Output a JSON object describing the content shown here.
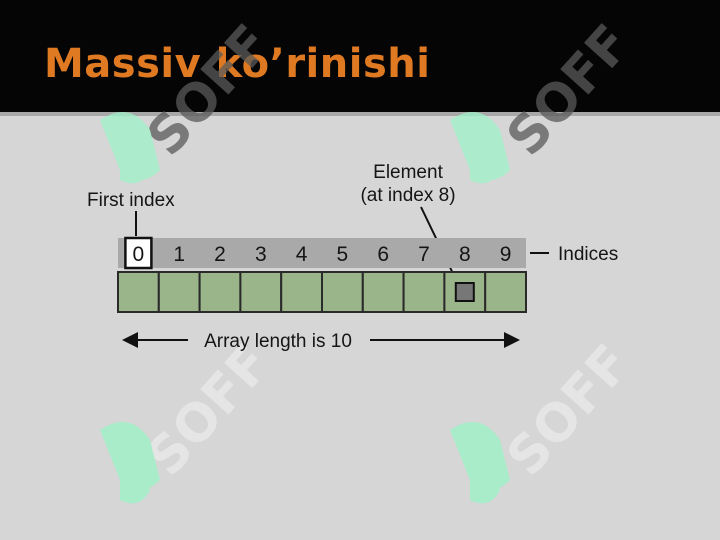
{
  "slide": {
    "title": "Massiv ko’rinishi"
  },
  "watermark": {
    "text": "SOFF"
  },
  "diagram": {
    "first_index_label": "First index",
    "element_label_line1": "Element",
    "element_label_line2": "(at index 8)",
    "indices_label": "Indices",
    "length_label": "Array length is 10",
    "indices": [
      "0",
      "1",
      "2",
      "3",
      "4",
      "5",
      "6",
      "7",
      "8",
      "9"
    ],
    "highlighted_first_index": 0,
    "highlighted_element_index": 8,
    "colors": {
      "cell_fill": "#9bb58a",
      "cell_stroke": "#2a2a2a",
      "index_band": "#a9a9a9",
      "header_bg": "#050505",
      "title": "#e07a22",
      "watermark": "#9ef2c8"
    }
  }
}
